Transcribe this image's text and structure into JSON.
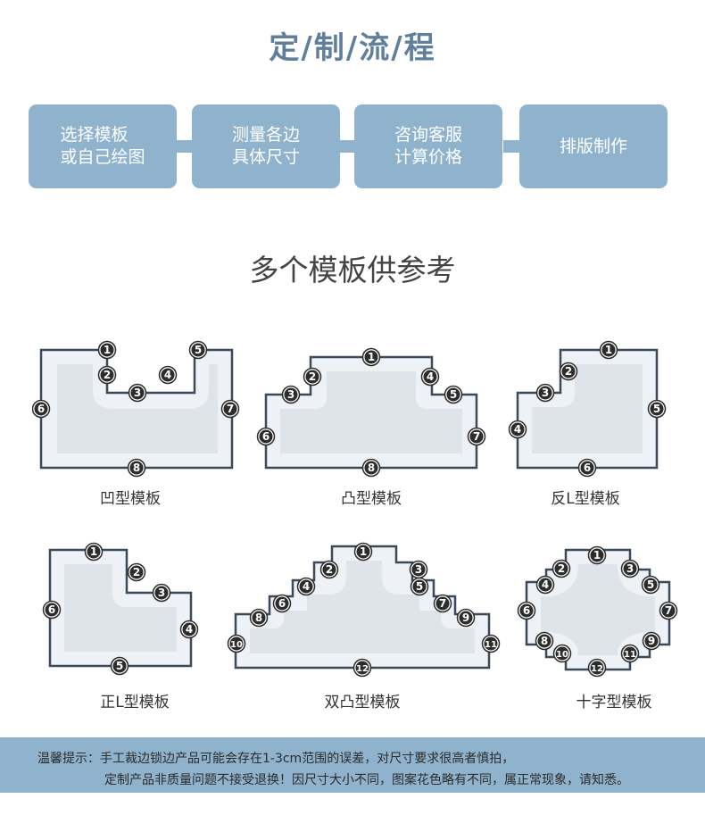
{
  "title": "定/制/流/程",
  "steps": [
    {
      "text": "选择模板\n或自己绘图"
    },
    {
      "text": "测量各边\n具体尺寸"
    },
    {
      "text": "咨询客服\n计算价格"
    },
    {
      "text": "排版制作"
    }
  ],
  "subtitle": "多个模板供参考",
  "templates": [
    {
      "name": "凹型模板",
      "points": [
        "1",
        "2",
        "3",
        "4",
        "5",
        "6",
        "7",
        "8"
      ]
    },
    {
      "name": "凸型模板",
      "points": [
        "1",
        "2",
        "3",
        "4",
        "5",
        "6",
        "7",
        "8"
      ]
    },
    {
      "name": "反L型模板",
      "points": [
        "1",
        "2",
        "3",
        "4",
        "5",
        "6"
      ]
    },
    {
      "name": "正L型模板",
      "points": [
        "1",
        "2",
        "3",
        "4",
        "5",
        "6"
      ]
    },
    {
      "name": "双凸型模板",
      "points": [
        "1",
        "2",
        "3",
        "4",
        "5",
        "6",
        "7",
        "8",
        "9",
        "10",
        "11",
        "12"
      ]
    },
    {
      "name": "十字型模板",
      "points": [
        "1",
        "2",
        "3",
        "4",
        "5",
        "6",
        "7",
        "8",
        "9",
        "10",
        "11",
        "12"
      ]
    }
  ],
  "notice": {
    "line1": "温馨提示：手工裁边锁边产品可能会存在1-3cm范围的误差，对尺寸要求很高者慎拍，",
    "line2": "定制产品非质量问题不接受退换！因尺寸大小不同，图案花色略有不同，属正常现象，请知悉。"
  },
  "colors": {
    "accent": "#8fb2cd",
    "title": "#5f7f9c",
    "outline": "#3a4a5a",
    "fill": "#dfe4ea"
  }
}
